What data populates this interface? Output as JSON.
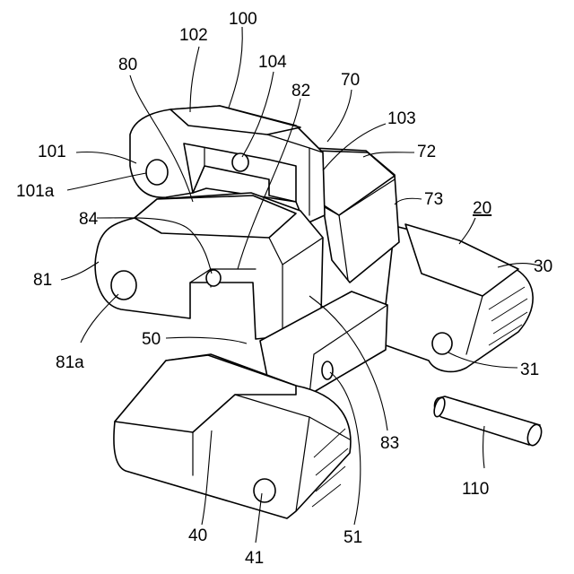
{
  "labels": {
    "l100": "100",
    "l102": "102",
    "l104": "104",
    "l80": "80",
    "l82": "82",
    "l70": "70",
    "l103": "103",
    "l101": "101",
    "l72": "72",
    "l101a": "101a",
    "l73": "73",
    "l20": "20",
    "l84": "84",
    "l30": "30",
    "l81": "81",
    "l81a": "81a",
    "l50": "50",
    "l31": "31",
    "l83": "83",
    "l110": "110",
    "l40": "40",
    "l51": "51",
    "l41": "41"
  }
}
